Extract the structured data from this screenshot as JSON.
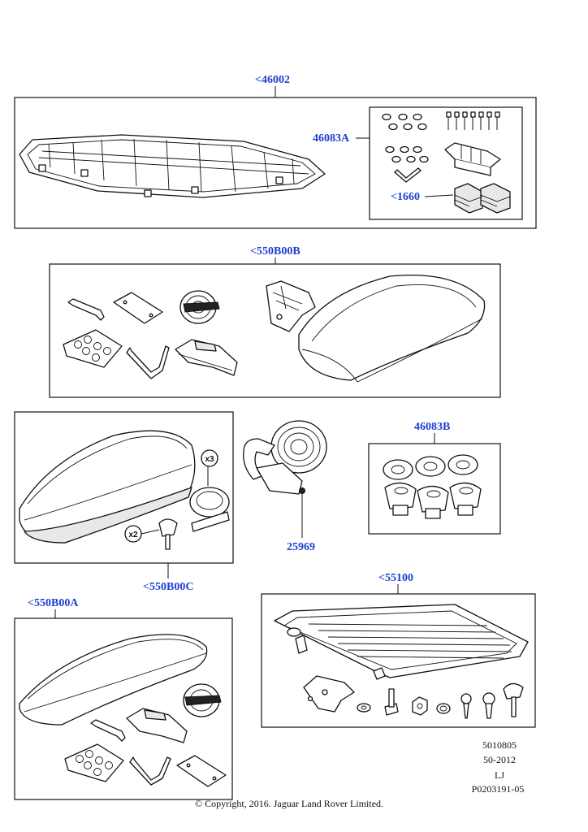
{
  "callouts": {
    "roof_rack": "<46002",
    "rack_kit": "46083A",
    "rack_pads": "<1660",
    "roof_box_b": "<550B00B",
    "clamp_set": "46083B",
    "strap": "25969",
    "roof_box_c": "<550B00C",
    "roof_box_a": "<550B00A",
    "roof_basket": "<55100"
  },
  "quantities": {
    "straps_c": "x3",
    "keys_c": "x2"
  },
  "footer": {
    "ref_lines": [
      "5010805",
      "50-2012",
      "LJ",
      "P0203191-05"
    ],
    "copyright": "© Copyright, 2016. Jaguar Land Rover Limited."
  },
  "colors": {
    "callout": "#1f3fd0",
    "ink": "#111111"
  }
}
